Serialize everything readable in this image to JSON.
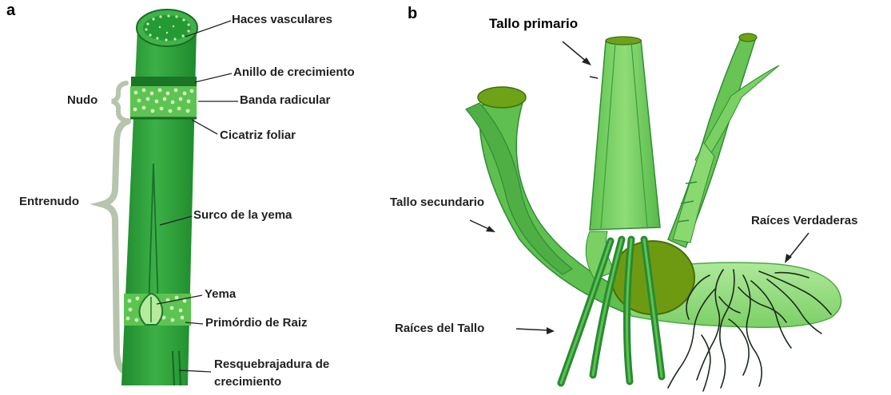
{
  "panels": {
    "a": "a",
    "b": "b"
  },
  "panel_a": {
    "labels": {
      "haces_vasculares": "Haces vasculares",
      "anillo": "Anillo de crecimiento",
      "banda": "Banda radicular",
      "cicatriz": "Cicatriz foliar",
      "nudo": "Nudo",
      "entrenudo": "Entrenudo",
      "surco": "Surco de la yema",
      "yema": "Yema",
      "primordio": "Primórdio de Raiz",
      "resquebrajadura_1": "Resquebrajadura de",
      "resquebrajadura_2": "crecimiento"
    }
  },
  "panel_b": {
    "labels": {
      "tallo_primario": "Tallo primario",
      "tallo_secundario": "Tallo secundario",
      "raices_verdaderas": "Raíces Verdaderas",
      "raices_tallo": "Raíces del Tallo"
    }
  },
  "colors": {
    "stalk_green": "#2e9e3a",
    "light_green": "#7fd46e",
    "pale_green": "#b6ea9c",
    "dark_green": "#1f7a2b",
    "olive": "#7a9a1a",
    "brace_gray": "#b8c4ae"
  }
}
